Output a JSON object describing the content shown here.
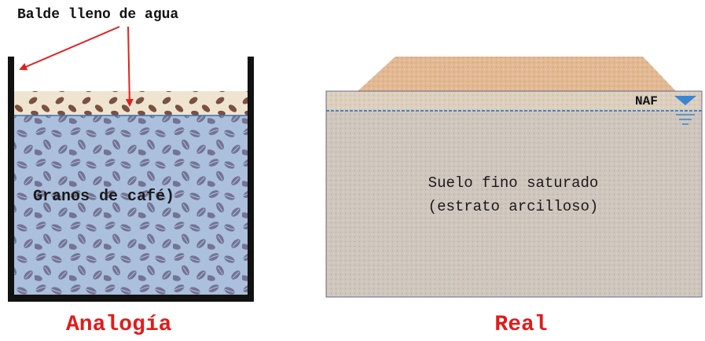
{
  "left_panel": {
    "bucket_label": "Balde lleno de agua",
    "beans_label": "Granos de café)",
    "caption": "Analogía"
  },
  "right_panel": {
    "water_table_label": "NAF",
    "soil_label_line1": "Suelo fino saturado",
    "soil_label_line2": "(estrato arcilloso)",
    "caption": "Real"
  },
  "colors": {
    "caption_red": "#e21b1b",
    "arrow_red": "#e02020",
    "water_blue": "#aac0dc",
    "bean_purple": "#6e6a8c",
    "bean_brown": "#7a5040",
    "topsoil_cream": "#efe4d0",
    "soil_gray": "#cfc6bd",
    "embankment_tan": "#e2b993",
    "water_table_blue": "#3b86d0"
  }
}
